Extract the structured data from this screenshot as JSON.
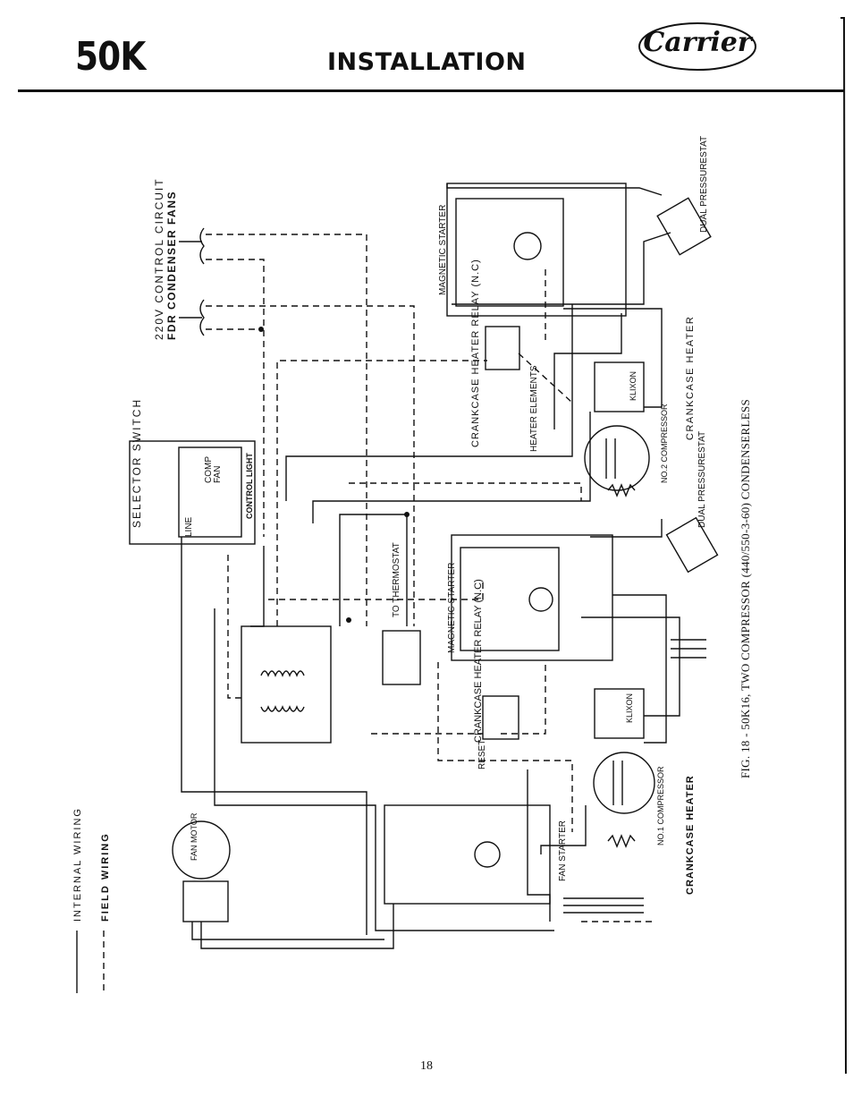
{
  "header": {
    "model": "50K",
    "section": "INSTALLATION",
    "brand": "Carrier"
  },
  "figure": {
    "caption": "FIG. 18 - 50K16, TWO COMPRESSOR (440/550-3-60) CONDENSERLESS"
  },
  "legend": {
    "internal": "INTERNAL WIRING",
    "field": "FIELD WIRING"
  },
  "labels": {
    "control_circuit": "220V CONTROL CIRCUIT",
    "fdr_fans": "FDR CONDENSER FANS",
    "selector_switch": "SELECTOR SWITCH",
    "line": "LINE",
    "comp": "COMP",
    "fan": "FAN",
    "control_light": "CONTROL LIGHT",
    "magnetic_starter_1": "MAGNETIC STARTER",
    "magnetic_starter_2": "MAGNETIC STARTER",
    "dual_pressurestat_1": "DUAL PRESSURESTAT",
    "dual_pressurestat_2": "DUAL PRESSURESTAT",
    "crankcase_relay_1": "CRANKCASE HEATER RELAY (N.C)",
    "crankcase_relay_2": "CRANKCASE HEATER RELAY (N.C)",
    "heater_elements": "HEATER ELEMENTS",
    "crankcase_heater_1": "CRANKCASE HEATER",
    "crankcase_heater_2": "CRANKCASE HEATER",
    "compressor_2": "NO.2 COMPRESSOR",
    "compressor_1": "NO.1 COMPRESSOR",
    "klixon_1": "KLIXON",
    "klixon_2": "KLIXON",
    "to_thermostat": "TO THERMOSTAT",
    "reset": "RESET",
    "fan_starter": "FAN STARTER",
    "fan_motor": "FAN MOTOR"
  },
  "page": {
    "number": "18"
  }
}
